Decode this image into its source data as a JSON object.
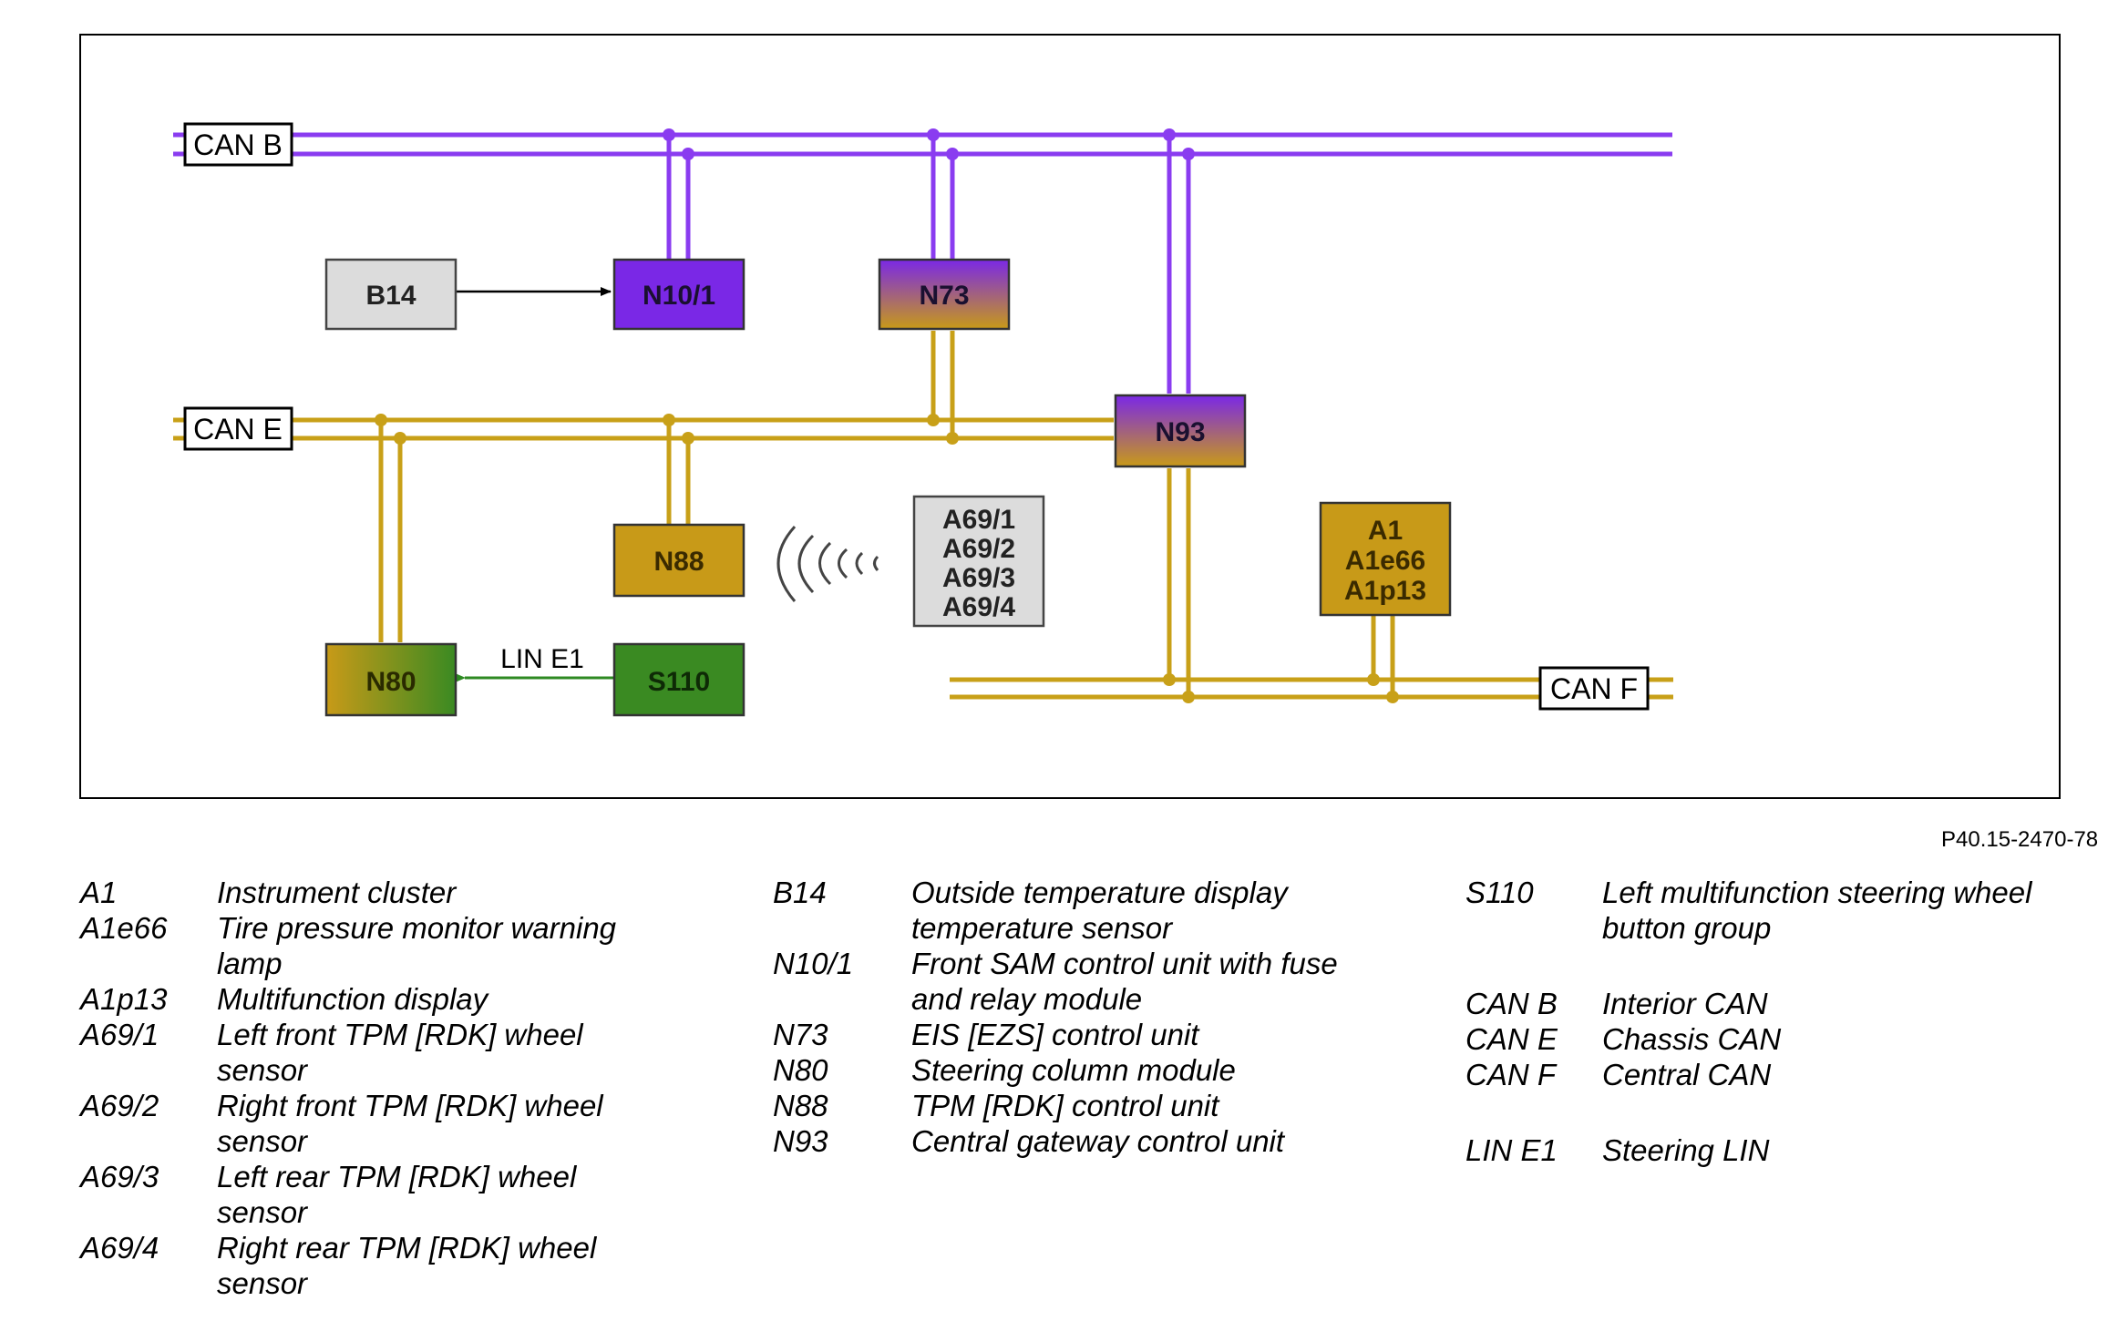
{
  "diagram": {
    "buses": {
      "can_b": "CAN B",
      "can_e": "CAN E",
      "can_f": "CAN F",
      "lin_e1": "LIN E1"
    },
    "modules": {
      "b14": "B14",
      "n10_1": "N10/1",
      "n73": "N73",
      "n93": "N93",
      "n88": "N88",
      "n80": "N80",
      "s110": "S110",
      "a69": [
        "A69/1",
        "A69/2",
        "A69/3",
        "A69/4"
      ],
      "a1": [
        "A1",
        "A1e66",
        "A1p13"
      ]
    },
    "colors": {
      "can_b_line": "#8a3cf0",
      "can_line": "#c8a018",
      "lin_line": "#2e8a22",
      "module_purple": "#7a28e6",
      "module_gold": "#c89a18",
      "module_green": "#3a8a22",
      "module_gray": "#dcdcdc"
    },
    "reference": "P40.15-2470-78"
  },
  "legend": {
    "col1": [
      {
        "code": "A1",
        "desc": [
          "Instrument cluster"
        ]
      },
      {
        "code": "A1e66",
        "desc": [
          "Tire pressure monitor warning",
          "lamp"
        ]
      },
      {
        "code": "A1p13",
        "desc": [
          "Multifunction display"
        ]
      },
      {
        "code": "A69/1",
        "desc": [
          "Left front TPM [RDK] wheel",
          "sensor"
        ]
      },
      {
        "code": "A69/2",
        "desc": [
          "Right front TPM [RDK] wheel",
          "sensor"
        ]
      },
      {
        "code": "A69/3",
        "desc": [
          "Left rear TPM [RDK] wheel",
          "sensor"
        ]
      },
      {
        "code": "A69/4",
        "desc": [
          "Right rear TPM [RDK] wheel",
          "sensor"
        ]
      }
    ],
    "col2": [
      {
        "code": "B14",
        "desc": [
          "Outside temperature display",
          "temperature sensor"
        ]
      },
      {
        "code": "N10/1",
        "desc": [
          "Front SAM control unit with fuse",
          "and relay module"
        ]
      },
      {
        "code": "N73",
        "desc": [
          "EIS [EZS] control unit"
        ]
      },
      {
        "code": "N80",
        "desc": [
          "Steering column module"
        ]
      },
      {
        "code": "N88",
        "desc": [
          "TPM [RDK] control unit"
        ]
      },
      {
        "code": "N93",
        "desc": [
          "Central gateway control unit"
        ]
      }
    ],
    "col3": [
      {
        "code": "S110",
        "desc": [
          "Left multifunction steering wheel",
          "button group"
        ]
      },
      {
        "code": "CAN B",
        "desc": [
          "Interior CAN"
        ],
        "gap_before": true
      },
      {
        "code": "CAN E",
        "desc": [
          "Chassis CAN"
        ]
      },
      {
        "code": "CAN F",
        "desc": [
          "Central CAN"
        ]
      },
      {
        "code": "LIN E1",
        "desc": [
          "Steering LIN"
        ],
        "gap_before": true
      }
    ]
  }
}
